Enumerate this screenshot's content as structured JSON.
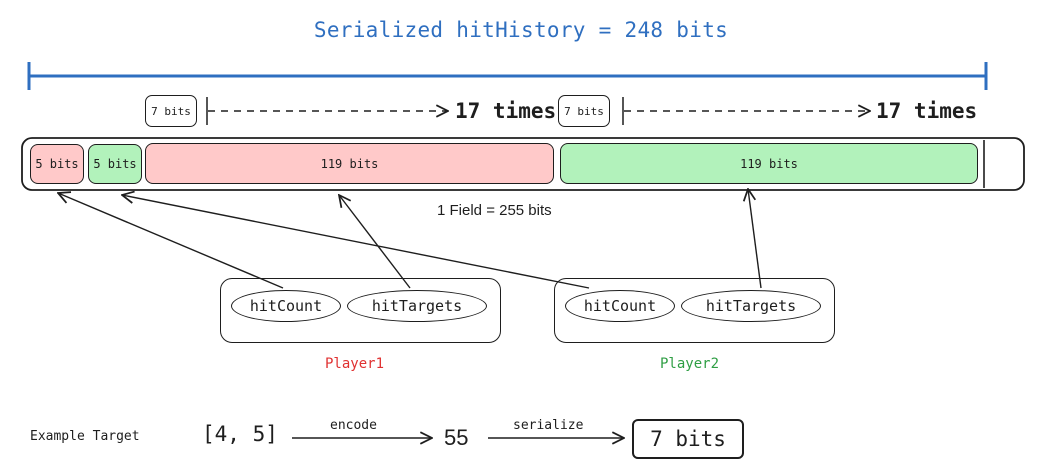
{
  "title": "Serialized hitHistory = 248 bits",
  "repeats": [
    {
      "box": "7 bits",
      "label": "17 times"
    },
    {
      "box": "7 bits",
      "label": "17 times"
    }
  ],
  "field": {
    "segments": [
      {
        "label": "5 bits",
        "color": "#ffc9c9"
      },
      {
        "label": "5 bits",
        "color": "#b2f2bb"
      },
      {
        "label": "119 bits",
        "color": "#ffc9c9"
      },
      {
        "label": "119 bits",
        "color": "#b2f2bb"
      }
    ],
    "label": "1 Field = 255 bits"
  },
  "players": [
    {
      "name": "Player1",
      "color": "#e03131",
      "fields": [
        "hitCount",
        "hitTargets"
      ]
    },
    {
      "name": "Player2",
      "color": "#2f9e44",
      "fields": [
        "hitCount",
        "hitTargets"
      ]
    }
  ],
  "example": {
    "label": "Example Target",
    "input": "[4, 5]",
    "step1": "encode",
    "intermediate": "55",
    "step2": "serialize",
    "output": "7 bits"
  },
  "colors": {
    "title": "#2f6fc0",
    "stroke": "#1e1e1e"
  }
}
